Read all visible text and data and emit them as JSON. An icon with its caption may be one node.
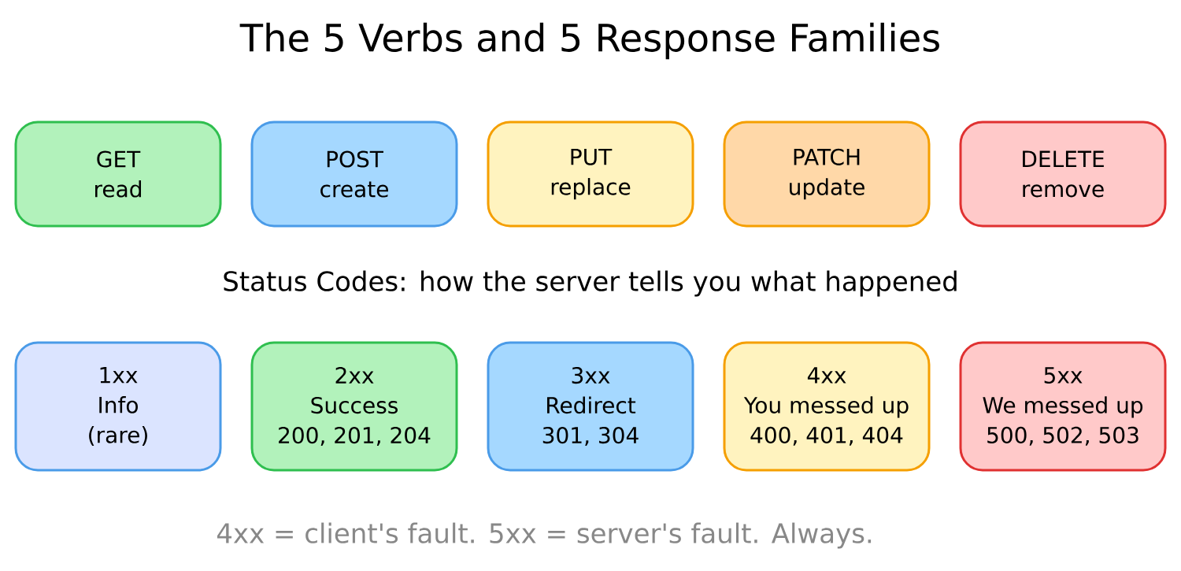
{
  "diagram": {
    "title": "The 5 Verbs and 5 Response Families",
    "nodes": [
      {
        "text": [
          "GET",
          "read"
        ]
      },
      {
        "text": [
          "POST",
          "create"
        ]
      },
      {
        "text": [
          "PUT",
          "replace"
        ]
      },
      {
        "text": [
          "PATCH",
          "update"
        ]
      },
      {
        "text": [
          "DELETE",
          "remove"
        ]
      },
      {
        "text": [
          "1xx",
          "Info",
          "(rare)"
        ]
      },
      {
        "text": [
          "2xx",
          "Success",
          "200, 201, 204"
        ]
      },
      {
        "text": [
          "3xx",
          "Redirect",
          "301, 304"
        ]
      },
      {
        "text": [
          "4xx",
          "You messed up",
          "400, 401, 404"
        ]
      },
      {
        "text": [
          "5xx",
          "We messed up",
          "500, 502, 503"
        ]
      }
    ],
    "labels": [
      "Status Codes: how the server tells you what happened",
      "4xx = client's fault. 5xx = server's fault. Always."
    ]
  }
}
